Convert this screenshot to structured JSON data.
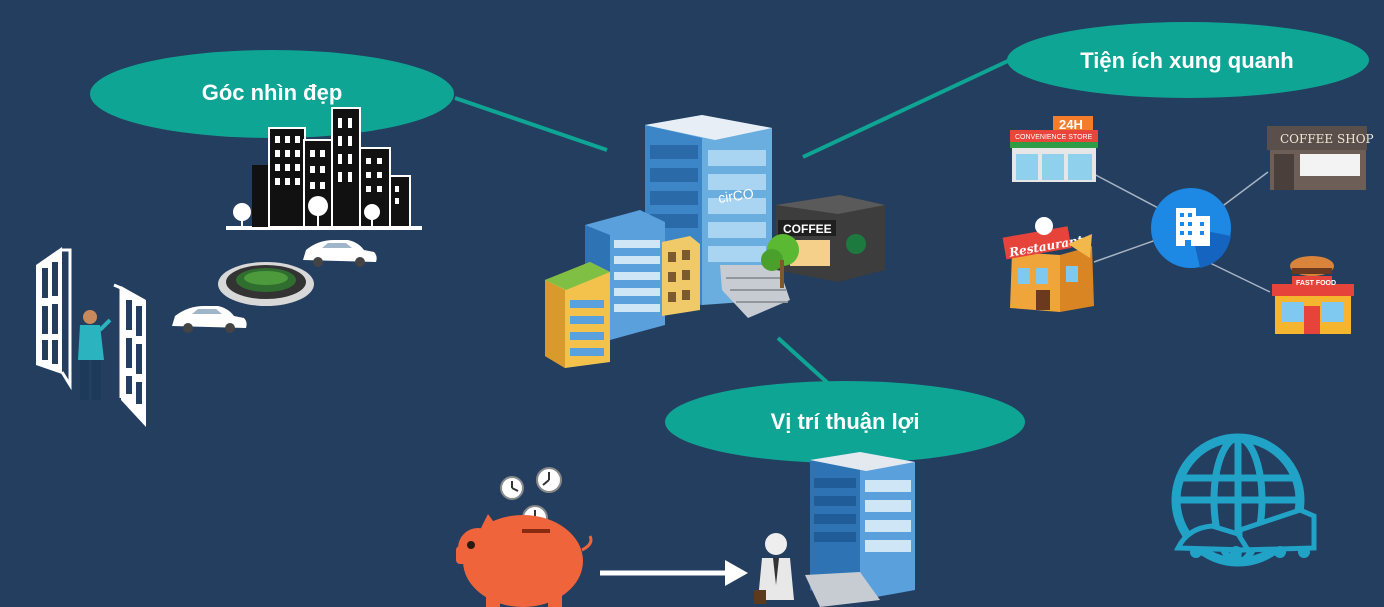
{
  "labels": {
    "beautiful_view": "Góc nhìn đẹp",
    "nearby_amenities": "Tiện ích xung quanh",
    "convenient_location": "Vị trí thuận lợi"
  },
  "building_signs": {
    "main_building": "cirCO",
    "coffee_building": "COFFEE"
  },
  "amenity_signs": {
    "convenience_hours": "24H",
    "convenience_store": "CONVENIENCE STORE",
    "coffee_shop": "COFFEE SHOP",
    "restaurant": "Restaurant",
    "fast_food": "FAST FOOD"
  },
  "colors": {
    "background": "#233e5f",
    "bubble": "#0fa594",
    "hub": "#1e88e5",
    "globe": "#21a3c8",
    "piggy_bank": "#f0643c"
  },
  "icons": [
    "city-skyline-icon",
    "car-icon",
    "roundabout-icon",
    "window-viewer-icon",
    "office-building-icon",
    "hub-building-icon",
    "convenience-store-icon",
    "coffee-shop-icon",
    "restaurant-icon",
    "fast-food-icon",
    "piggy-bank-icon",
    "clock-icon",
    "arrow-right-icon",
    "businessman-icon",
    "globe-transport-icon"
  ]
}
